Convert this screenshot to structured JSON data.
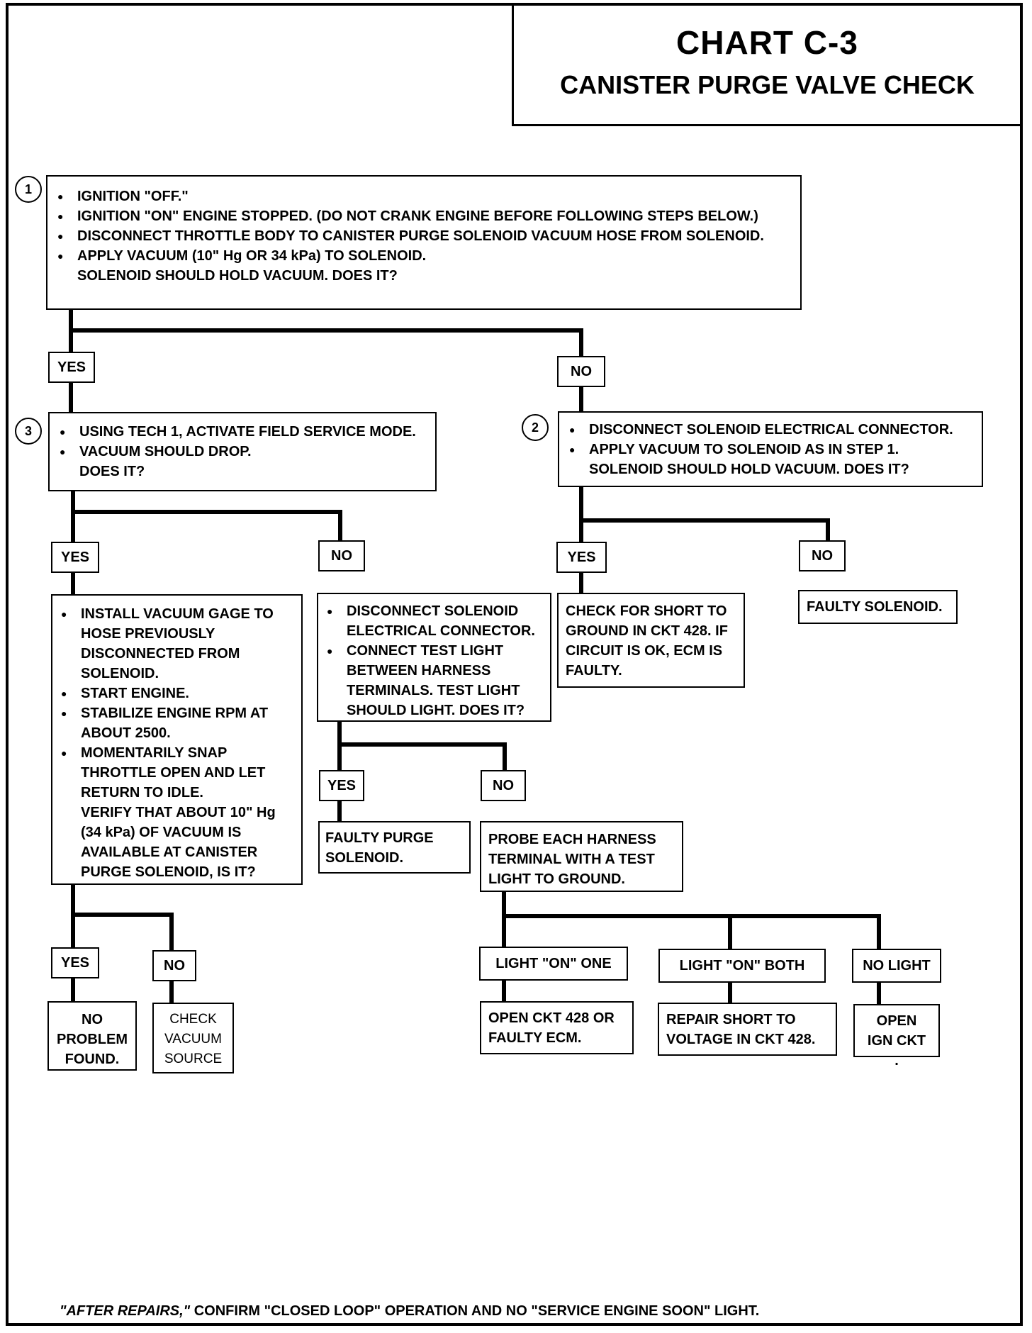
{
  "header": {
    "title": "CHART C-3",
    "subtitle": "CANISTER PURGE VALVE CHECK"
  },
  "steps": {
    "s1": {
      "num": "1",
      "bullets": [
        "IGNITION \"OFF.\"",
        "IGNITION \"ON\" ENGINE STOPPED. (DO NOT CRANK ENGINE BEFORE FOLLOWING STEPS BELOW.)",
        "DISCONNECT THROTTLE BODY TO CANISTER PURGE SOLENOID VACUUM HOSE FROM SOLENOID.",
        "APPLY VACUUM (10\" Hg OR 34 kPa) TO SOLENOID."
      ],
      "question": "SOLENOID SHOULD HOLD VACUUM. DOES IT?"
    },
    "s2": {
      "num": "2",
      "bullets": [
        "DISCONNECT SOLENOID ELECTRICAL CONNECTOR.",
        "APPLY VACUUM TO SOLENOID AS IN STEP 1."
      ],
      "question": "SOLENOID SHOULD HOLD VACUUM. DOES IT?"
    },
    "s3": {
      "num": "3",
      "bullets": [
        "USING TECH 1, ACTIVATE FIELD SERVICE MODE.",
        "VACUUM SHOULD DROP."
      ],
      "question": "DOES IT?"
    }
  },
  "boxes": {
    "vacgage": {
      "bullets": [
        "INSTALL VACUUM GAGE TO HOSE PREVIOUSLY DISCONNECTED FROM SOLENOID.",
        "START ENGINE.",
        "STABILIZE ENGINE RPM AT ABOUT 2500.",
        "MOMENTARILY SNAP THROTTLE OPEN AND LET RETURN TO IDLE."
      ],
      "question": "VERIFY THAT ABOUT 10\" Hg (34 kPa) OF VACUUM IS AVAILABLE AT CANISTER PURGE SOLENOID, IS IT?"
    },
    "testlight": {
      "bullets": [
        "DISCONNECT SOLENOID ELECTRICAL CONNECTOR.",
        "CONNECT TEST LIGHT BETWEEN HARNESS TERMINALS. TEST LIGHT SHOULD LIGHT. DOES IT?"
      ]
    },
    "shortgnd": "CHECK FOR SHORT TO GROUND IN CKT 428. IF CIRCUIT IS OK, ECM IS FAULTY.",
    "faultysol": "FAULTY SOLENOID.",
    "faultypurge": "FAULTY PURGE SOLENOID.",
    "probe": "PROBE EACH HARNESS TERMINAL WITH A TEST LIGHT TO GROUND.",
    "noproblem": "NO PROBLEM FOUND.",
    "checkvac": "CHECK VACUUM SOURCE",
    "openckt": "OPEN CKT 428 OR FAULTY ECM.",
    "repairshort": "REPAIR SHORT TO VOLTAGE IN CKT 428.",
    "openign": "OPEN IGN CKT ."
  },
  "labels": {
    "yes": "YES",
    "no": "NO",
    "light_one": "LIGHT \"ON\" ONE",
    "light_both": "LIGHT \"ON\" BOTH",
    "no_light": "NO LIGHT"
  },
  "footer": {
    "lead": "\"AFTER REPAIRS,\"",
    "rest": " CONFIRM \"CLOSED LOOP\" OPERATION AND NO \"SERVICE ENGINE SOON\" LIGHT."
  }
}
